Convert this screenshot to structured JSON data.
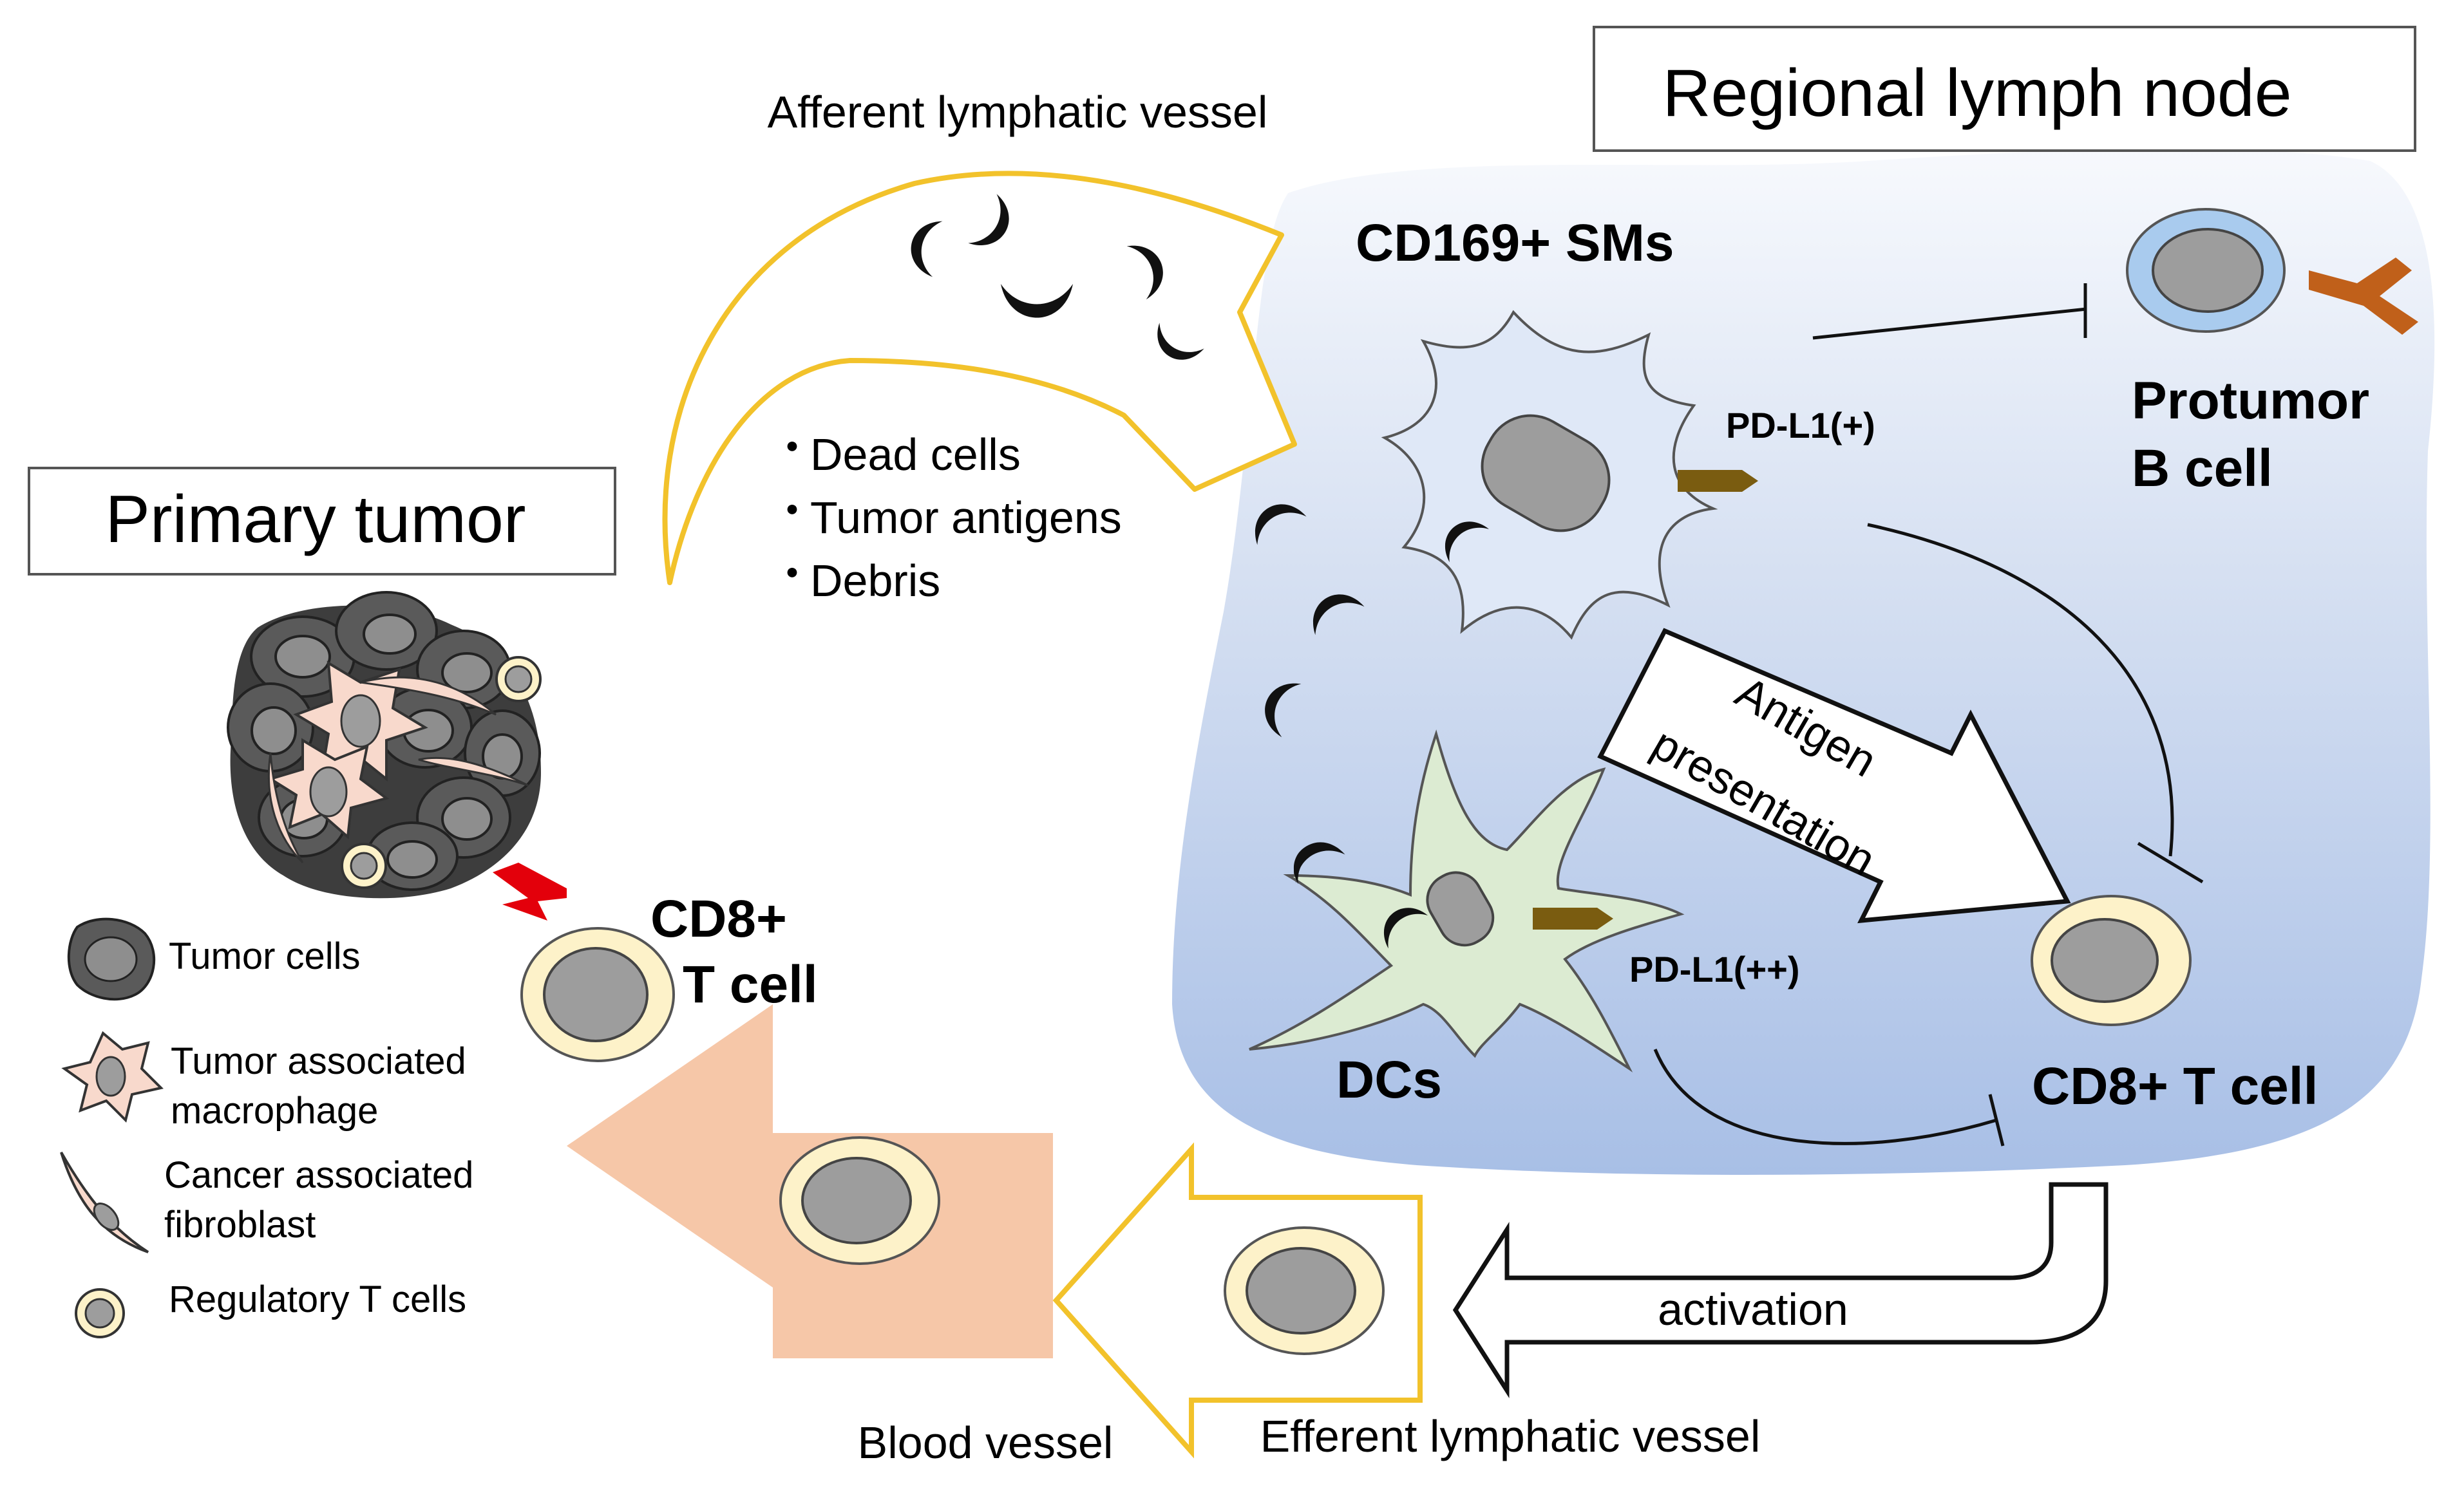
{
  "titles": {
    "primary_tumor": "Primary tumor",
    "regional_lymph_node": "Regional lymph node"
  },
  "vessels": {
    "afferent": "Afferent lymphatic vessel",
    "efferent": "Efferent lymphatic vessel",
    "blood": "Blood vessel"
  },
  "afferent_contents": [
    "Dead cells",
    "Tumor antigens",
    "Debris"
  ],
  "bullet_glyph": "・",
  "lymph_node": {
    "sms_label": "CD169+ SMs",
    "pdl1_sms": "PD-L1(+)",
    "b_cell_label_line1": "Protumor",
    "b_cell_label_line2": "B cell",
    "antigen_line1": "Antigen",
    "antigen_line2": "presentation",
    "dcs_label": "DCs",
    "pdl1_dcs": "PD-L1(++)",
    "cd8_label": "CD8+ T cell",
    "activation": "activation"
  },
  "tumor_side": {
    "cd8_line1": "CD8+",
    "cd8_line2": "T cell"
  },
  "legend": [
    {
      "label": "Tumor cells",
      "icon": "tumor-cell-icon"
    },
    {
      "label_line1": "Tumor associated",
      "label_line2": "macrophage",
      "icon": "macrophage-icon"
    },
    {
      "label_line1": "Cancer associated",
      "label_line2": "fibroblast",
      "icon": "fibroblast-icon"
    },
    {
      "label": "Regulatory T cells",
      "icon": "treg-icon"
    }
  ],
  "colors": {
    "afferent_outline": "#f2c22b",
    "blood_vessel_fill": "#f6c7a8",
    "lymph_node_top": "#ffffff",
    "lymph_node_bottom": "#a9c0e6",
    "sms_fill": "#dfe8f7",
    "dc_fill": "#dcebd2",
    "b_cell_ring": "#a9cbee",
    "b_cell_receptor": "#c0601a",
    "t_cell_ring": "#fdf2c9",
    "nucleus": "#9d9d9d",
    "pdl1": "#7a5c10",
    "lightning": "#e3000b"
  }
}
